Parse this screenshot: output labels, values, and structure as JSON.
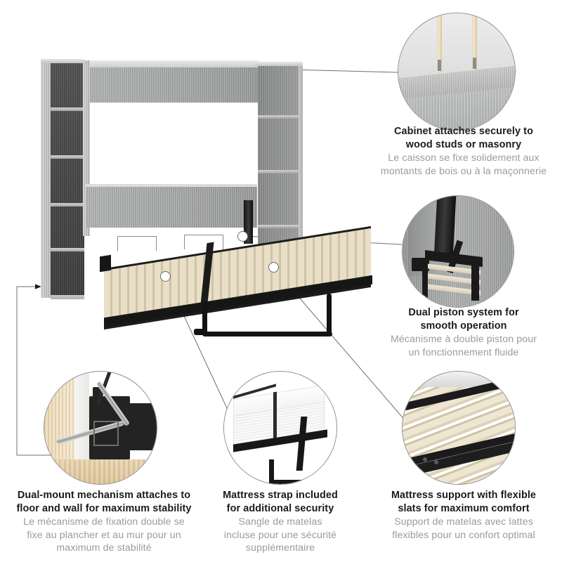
{
  "page": {
    "title": "Murphy bed feature infographic",
    "background_color": "#ffffff",
    "en_text_color": "#1b1b1b",
    "fr_text_color": "#9b9b9b",
    "leader_line_color": "#6f6f6f",
    "callout_dot_fill": "#ffffff"
  },
  "product": {
    "name": "queen murphy wall bed with storage shelves",
    "cabinet_color": "#bdbfbe",
    "frame_color": "#1a1a1a",
    "slat_color": "#e3d8bf",
    "left_bookcase_shelf_count": 5,
    "right_bookcase_shelf_count": 4
  },
  "features": [
    {
      "id": "wall-mount",
      "en": [
        "Cabinet attaches securely to",
        "wood studs or masonry"
      ],
      "fr": [
        "Le caisson se fixe solidement aux",
        "montants de bois ou à la maçonnerie"
      ],
      "photo_name": "cabinet-top-wall-studs-photo",
      "photo_alt": "Cabinet top edge fastened to vertical wood studs on a light gray wall"
    },
    {
      "id": "dual-piston",
      "en": [
        "Dual piston system for",
        "smooth operation"
      ],
      "fr": [
        "Mécanisme à double piston pour",
        "un fonctionnement fluide"
      ],
      "photo_name": "dual-piston-mechanism-photo",
      "photo_alt": "Black metal dual piston column attached to gray wood cabinet side"
    },
    {
      "id": "dual-mount",
      "en": [
        "Dual-mount mechanism attaches to",
        "floor and wall for maximum stability"
      ],
      "fr": [
        "Le mécanisme de fixation double se",
        "fixe au plancher et au mur pour un",
        "maximum de stabilité"
      ],
      "photo_name": "floor-wall-screw-mount-photo",
      "photo_alt": "Two silver lag screws driven through a black bracket into wood stud and floor"
    },
    {
      "id": "mattress-strap",
      "en": [
        "Mattress strap included",
        "for additional security"
      ],
      "fr": [
        "Sangle de matelas",
        "incluse pour une sécurité",
        "supplémentaire"
      ],
      "photo_name": "mattress-strap-photo",
      "photo_alt": "White mattress held by a dark strap on a black bed frame"
    },
    {
      "id": "flexible-slats",
      "en": [
        "Mattress support with flexible",
        "slats for maximum comfort"
      ],
      "fr": [
        "Support de matelas avec lattes",
        "flexibles pour un confort optimal"
      ],
      "photo_name": "flexible-wood-slats-photo",
      "photo_alt": "Light wood slats held in black plastic holders across a metal frame"
    }
  ],
  "callouts": {
    "dot_wall_mount": "callout-dot-wall-mount",
    "dot_piston": "callout-dot-piston",
    "dot_mattress": "callout-dot-mattress-strap",
    "dot_slats": "callout-dot-slats",
    "arrow_cabinet_top": "leader-arrow-cabinet-top",
    "arrow_cabinet_base": "leader-arrow-cabinet-base"
  }
}
